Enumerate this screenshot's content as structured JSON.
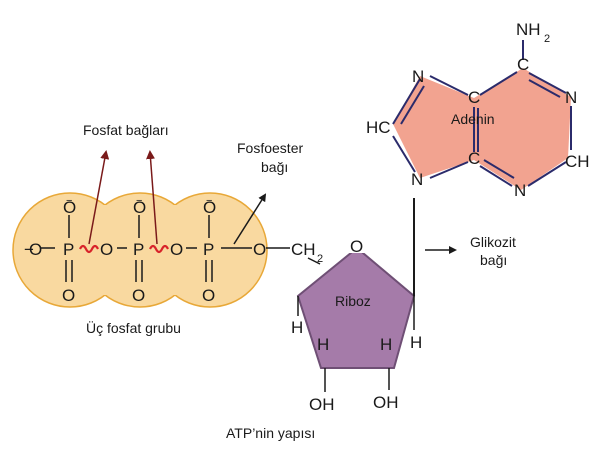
{
  "labels": {
    "phosphate_bonds": "Fosfat bağları",
    "phosphoester_line1": "Fosfoester",
    "phosphoester_line2": "bağı",
    "glycosidic_line1": "Glikozit",
    "glycosidic_line2": "bağı",
    "triphosphate_group": "Üç fosfat grubu",
    "ribose": "Riboz",
    "adenine": "Adenin",
    "title": "ATP’nin yapısı"
  },
  "atoms": {
    "phosphorus": "P",
    "oxygen": "O",
    "minus": "−",
    "ch2": "CH",
    "ch2_sub": "2",
    "nh2": "NH",
    "nh2_sub": "2",
    "nitrogen": "N",
    "carbon": "C",
    "hc": "HC",
    "ch": "CH",
    "hydrogen": "H",
    "oh": "OH"
  },
  "colors": {
    "phosphate_fill": "#f9d9a0",
    "phosphate_stroke": "#e8a838",
    "ribose_fill": "#a57ba9",
    "ribose_stroke": "#6f4f75",
    "adenine_fill": "#f2a390",
    "adenine_stroke": "#2b2b6b",
    "arrow_red": "#7a1a1a",
    "high_energy_bond": "#d8232a"
  }
}
